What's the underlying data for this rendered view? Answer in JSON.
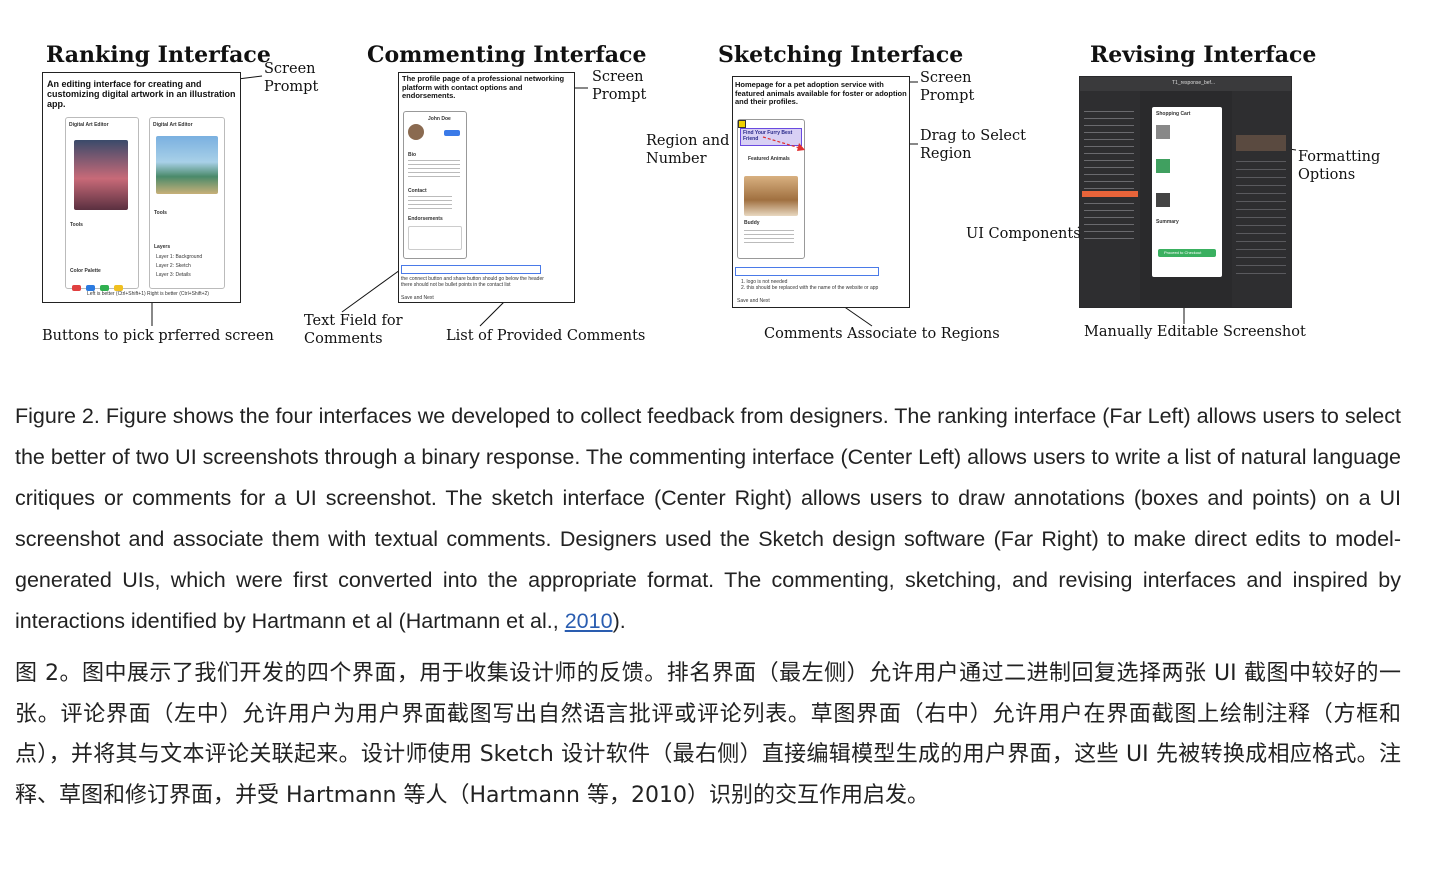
{
  "figure": {
    "panels": {
      "ranking": {
        "title": "Ranking Interface",
        "screen_prompt_label": "Screen\nPrompt",
        "prompt_text": "An editing interface for creating and customizing digital artwork in an illustration app.",
        "left_app_title": "Digital Art Editor",
        "right_app_title": "Digital Art Editor",
        "tools_label": "Tools",
        "color_palette_label": "Color Palette",
        "layers_label": "Layers",
        "layer_items": [
          "Layer 1: Background",
          "Layer 2: Sketch",
          "Layer 3: Details"
        ],
        "left_button": "Left is better (Ctrl+Shift+1)",
        "right_button": "Right is better (Ctrl+Shift+2)",
        "bottom_callout": "Buttons to pick prferred screen"
      },
      "commenting": {
        "title": "Commenting Interface",
        "screen_prompt_label": "Screen\nPrompt",
        "prompt_text": "The profile page of a professional networking platform with contact options and endorsements.",
        "profile_name": "John Doe",
        "bio_label": "Bio",
        "contact_label": "Contact",
        "endorsements_label": "Endorsements",
        "comment_text": "the connect button and share button should go below the header there should not be bullet points in the contact list",
        "save_label": "Save and Next",
        "text_field_callout": "Text Field for\nComments",
        "list_callout": "List of Provided Comments"
      },
      "sketching": {
        "title": "Sketching Interface",
        "screen_prompt_label": "Screen\nPrompt",
        "prompt_text": "Homepage for a pet adoption service with featured animals available for foster or adoption and their profiles.",
        "hero_text": "Find Your Furry Best Friend",
        "featured_label": "Featured Animals",
        "pet_name": "Buddy",
        "comments": [
          "1. logo is not needed",
          "2. this should be replaced with the name of the website or app"
        ],
        "save_label": "Save and Next",
        "region_callout": "Region and\nNumber",
        "drag_callout": "Drag to Select\nRegion",
        "bottom_callout": "Comments Associate to Regions"
      },
      "revising": {
        "title": "Revising Interface",
        "formatting_callout": "Formatting\nOptions",
        "components_callout": "UI Components",
        "bottom_callout": "Manually Editable Screenshot",
        "file_title": "T1_response_bef...",
        "cart_title": "Shopping Cart",
        "summary_label": "Summary",
        "checkout_label": "Proceed to Checkout"
      }
    }
  },
  "caption_en": {
    "text": "Figure 2. Figure shows the four interfaces we developed to collect feedback from designers. The ranking interface (Far Left) allows users to select the better of two UI screenshots through a binary response. The commenting interface (Center Left) allows users to write a list of natural language critiques or comments for a UI screenshot. The sketch interface (Center Right) allows users to draw annotations (boxes and points) on a UI screenshot and associate them with textual comments. Designers used the Sketch design software (Far Right) to make direct edits to model-generated UIs, which were first converted into the appropriate format. The commenting, sketching, and revising interfaces and inspired by interactions identified by Hartmann et al (Hartmann et al., ",
    "citation_year": "2010",
    "tail": ")."
  },
  "caption_zh": {
    "text": "图 2。图中展示了我们开发的四个界面，用于收集设计师的反馈。排名界面（最左侧）允许用户通过二进制回复选择两张 UI 截图中较好的一张。评论界面（左中）允许用户为用户界面截图写出自然语言批评或评论列表。草图界面（右中）允许用户在界面截图上绘制注释（方框和点），并将其与文本评论关联起来。设计师使用 Sketch 设计软件（最右侧）直接编辑模型生成的用户界面，这些 UI 先被转换成相应格式。注释、草图和修订界面，并受 Hartmann 等人（Hartmann 等，2010）识别的交互作用启发。"
  }
}
